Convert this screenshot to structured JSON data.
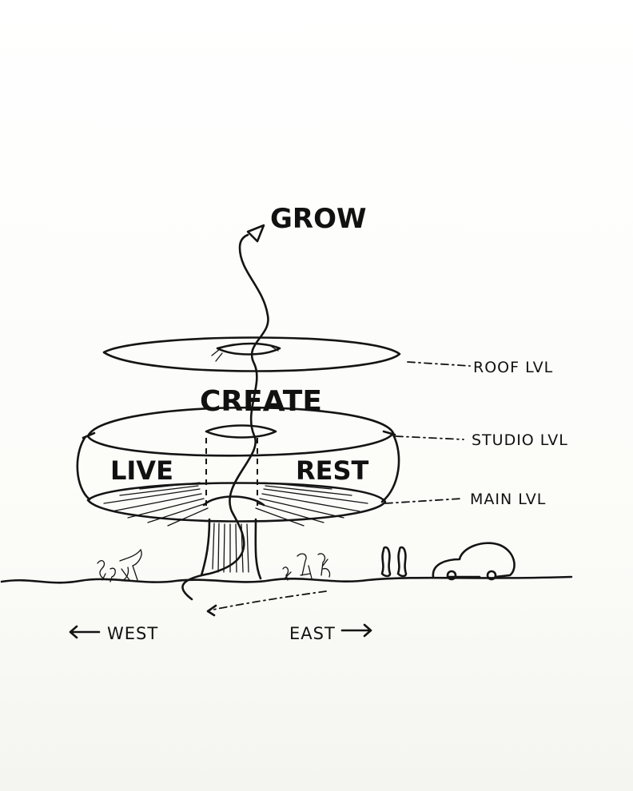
{
  "labels": {
    "grow": "GROW",
    "create": "CREATE",
    "live": "LIVE",
    "rest": "REST",
    "roof_level": "ROOF LVL",
    "studio_level": "STUDIO LVL",
    "main_level": "MAIN LVL",
    "west": "WEST",
    "east": "EAST"
  },
  "ink_color": "#141414"
}
